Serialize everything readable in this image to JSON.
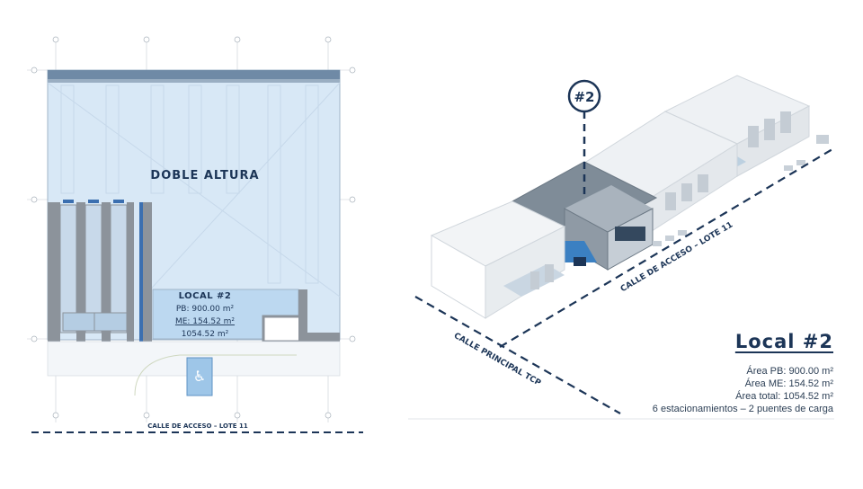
{
  "floor_plan": {
    "area_label": "DOBLE ALTURA",
    "unit_title": "LOCAL #2",
    "unit_lines": [
      "PB: 900.00 m²",
      "ME: 154.52 m²",
      "1054.52 m²"
    ],
    "street_label": "CALLE DE ACCESO – LOTE 11"
  },
  "isometric": {
    "marker": "#2",
    "street_access_label": "CALLE DE ACCESO – LOTE 11",
    "street_main_label": "CALLE PRINCIPAL TCP"
  },
  "info": {
    "title": "Local #2",
    "lines": [
      "Área PB: 900.00 m²",
      "Área ME: 154.52 m²",
      "Área total: 1054.52 m²",
      "6 estacionamientos – 2 puentes de carga"
    ]
  },
  "colors": {
    "navy": "#1c3557",
    "plan_fill": "#d8e8f6",
    "plan_highlight": "#bcd8f0",
    "wall_grey": "#8c939b"
  }
}
